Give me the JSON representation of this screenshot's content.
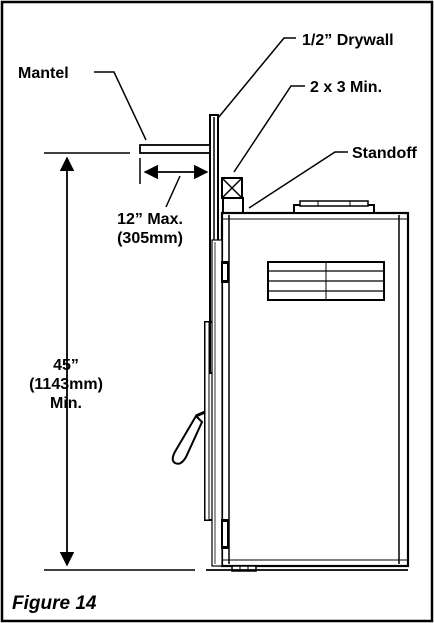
{
  "labels": {
    "mantel": "Mantel",
    "drywall": "1/2” Drywall",
    "stud": "2 x 3 Min.",
    "standoff": "Standoff",
    "mantel_depth_line1": "12” Max.",
    "mantel_depth_line2": "(305mm)",
    "height_line1": "45”",
    "height_line2": "(1143mm)",
    "height_line3": "Min."
  },
  "caption": "Figure 14"
}
